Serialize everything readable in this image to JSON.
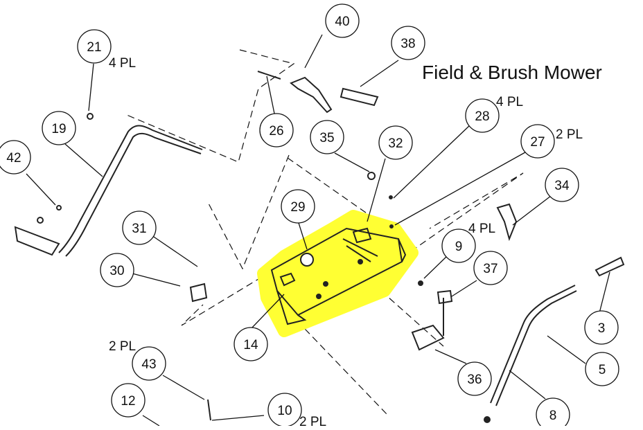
{
  "title": "Field & Brush Mower",
  "highlight_color": "#ffff33",
  "callouts": [
    "40",
    "38",
    "21",
    "28",
    "26",
    "19",
    "35",
    "32",
    "27",
    "42",
    "34",
    "29",
    "31",
    "9",
    "30",
    "37",
    "3",
    "14",
    "5",
    "36",
    "43",
    "12",
    "10",
    "8"
  ],
  "notes": [
    "4 PL",
    "4 PL",
    "2 PL",
    "4 PL",
    "2 PL",
    "2 PL"
  ]
}
